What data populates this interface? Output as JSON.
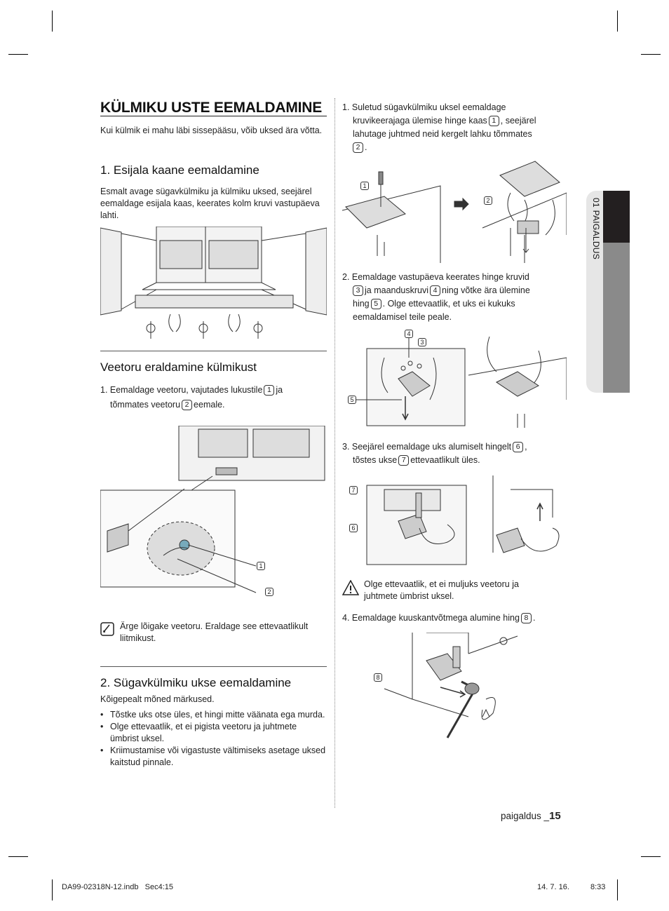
{
  "title": "KÜLMIKU USTE EEMALDAMINE",
  "intro": "Kui külmik ei mahu läbi sissepääsu, võib uksed ära võtta.",
  "section1": {
    "heading": "1. Esijala kaane eemaldamine",
    "text": "Esmalt avage sügavkülmiku ja külmiku uksed, seejärel eemaldage esijala kaas, keerates kolm kruvi vastupäeva lahti."
  },
  "section_water": {
    "heading": "Veetoru eraldamine külmikust",
    "step1_a": "1. Eemaldage veetoru, vajutades lukustile",
    "step1_n1": "1",
    "step1_b": "ja",
    "step1_c": "tõmmates veetoru",
    "step1_n2": "2",
    "step1_d": "eemale.",
    "fig_label1": "1",
    "fig_label2": "2",
    "note": "Ärge lõigake veetoru. Eraldage see ettevaatlikult liitmikust."
  },
  "section2": {
    "heading": "2. Sügavkülmiku ukse eemaldamine",
    "intro": "Kõigepealt mõned märkused.",
    "bullets": [
      "Tõstke uks otse üles, et hingi mitte väänata ega murda.",
      "Olge ettevaatlik, et ei pigista veetoru ja juhtmete ümbrist uksel.",
      "Kriimustamise või vigastuste vältimiseks asetage uksed kaitstud pinnale."
    ]
  },
  "right": {
    "step1": {
      "a": "1. Suletud sügavkülmiku uksel eemaldage",
      "b": "kruvikeerajaga ülemise hinge kaas",
      "n1": "1",
      "c": ", seejärel",
      "d": "lahutage juhtmed neid kergelt lahku tõmmates",
      "n2": "2",
      "e": "."
    },
    "step2": {
      "a": "2. Eemaldage vastupäeva keerates hinge kruvid",
      "n3": "3",
      "b": "ja maanduskruvi",
      "n4": "4",
      "c": "ning võtke ära ülemine",
      "d": "hing",
      "n5": "5",
      "e": ". Olge ettevaatlik, et uks ei kukuks",
      "f": "eemaldamisel teile peale."
    },
    "step3": {
      "a": "3. Seejärel eemaldage uks alumiselt hingelt",
      "n6": "6",
      "b": ",",
      "c": "tõstes ukse",
      "n7": "7",
      "d": "ettevaatlikult üles."
    },
    "warning": "Olge ettevaatlik, et ei muljuks veetoru ja juhtmete ümbrist uksel.",
    "step4": {
      "a": "4. Eemaldage kuuskantvõtmega alumine hing",
      "n8": "8",
      "b": "."
    },
    "fig_tags": [
      "1",
      "2",
      "4",
      "3",
      "5",
      "7",
      "6",
      "8"
    ]
  },
  "side_tab": "01 PAIGALDUS",
  "footer": {
    "section": "paigaldus _",
    "page": "15",
    "file": "DA99-02318N-12.indb   Sec4:15",
    "date": "14. 7. 16.",
    "time": "8:33"
  }
}
